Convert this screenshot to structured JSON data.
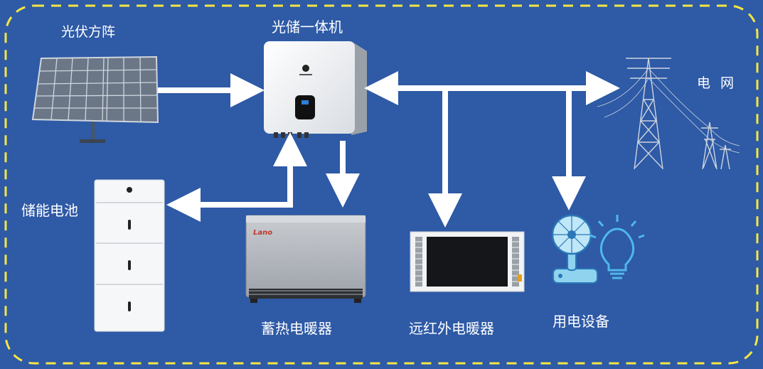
{
  "labels": {
    "pv_array": "光伏方阵",
    "inverter": "光储一体机",
    "grid": "电 网",
    "battery": "储能电池",
    "storage_heater": "蓄热电暖器",
    "infrared_heater": "远红外电暖器",
    "appliances": "用电设备"
  },
  "brand": {
    "heater_logo": "Lano"
  },
  "colors": {
    "background": "#2e5aa6",
    "dashed_border": "#f5e642",
    "arrow": "#ffffff"
  }
}
